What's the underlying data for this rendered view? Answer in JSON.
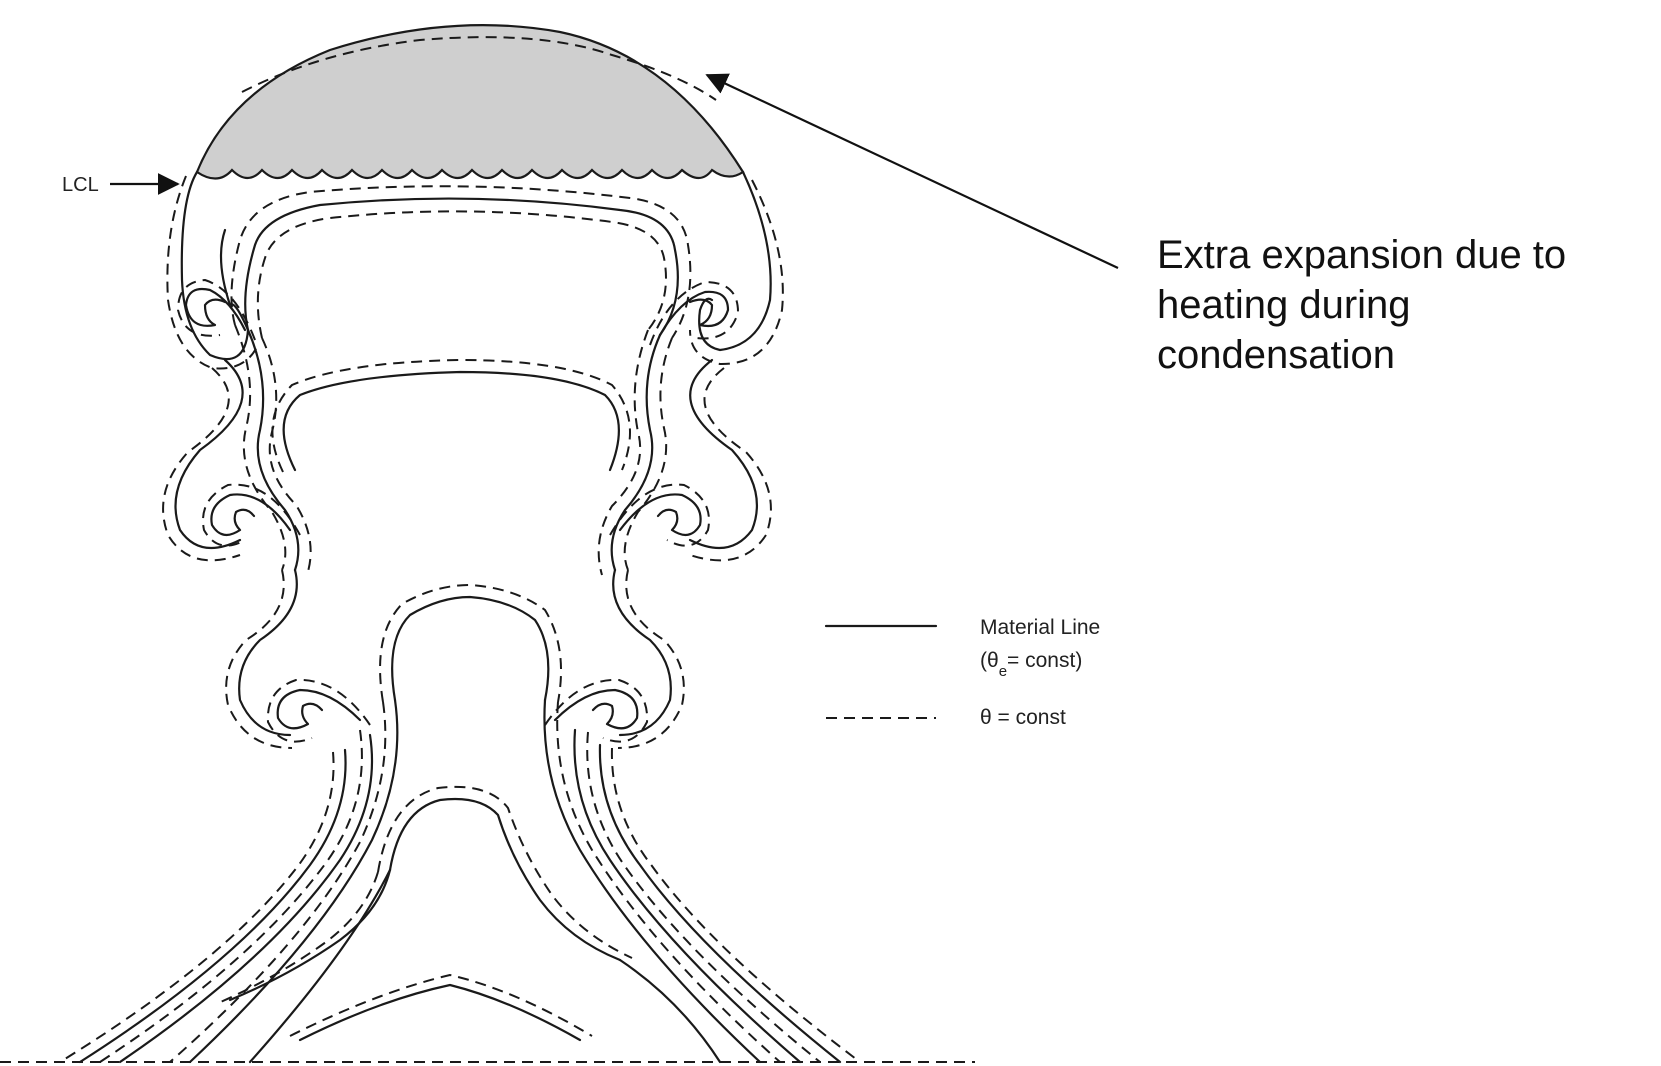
{
  "diagram": {
    "lcl_label": "LCL",
    "annotation": {
      "lines": [
        "Extra expansion due to",
        "heating during",
        "condensation"
      ]
    },
    "legend": {
      "items": [
        {
          "style": "solid",
          "lines": [
            "Material Line",
            "(θe= const)"
          ]
        },
        {
          "style": "dashed",
          "lines": [
            "θ  = const"
          ]
        }
      ]
    },
    "colors": {
      "line": "#1a1a1a",
      "cloud_fill": "#cfcfcf",
      "text": "#111111"
    }
  }
}
